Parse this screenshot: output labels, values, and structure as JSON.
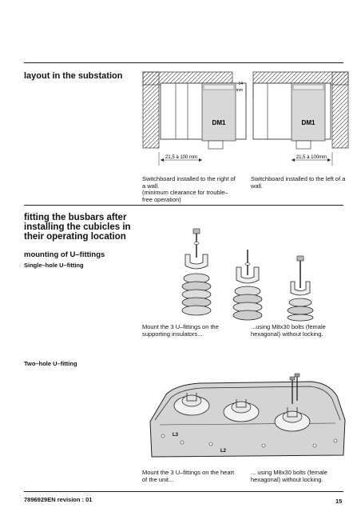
{
  "sections": {
    "layout": {
      "heading": "layout in the substation",
      "unit_label": "DM1",
      "dim_left": "21,5 à 100 mm",
      "dim_right": "21,5 à 100mm",
      "dim_gap": "14",
      "dim_gap_unit": "mm",
      "caption_left": "Switchboard installed to the right of a wall.\n(minimum clearance for trouble–free operation)",
      "caption_right": "Switchboard installed to the left of a wall."
    },
    "busbars": {
      "heading": "fitting the busbars after installing the cubicles in their operating location",
      "subheading": "mounting of U–fittings",
      "single_label": "Single–hole U–fitting",
      "caption_left": "Mount the 3 U–fittings on the supporting insulators...",
      "caption_right": "...using M8x30 bolts (female hexagonal) without locking.",
      "two_label": "Two–hole U–fitting",
      "caption2_left": "Mount the 3 U–fittings on the heart of the unit...",
      "caption2_right": "... using M8x30 bolts (female hexagonal) without locking.",
      "callouts": [
        "L3",
        "L2"
      ]
    }
  },
  "footer": {
    "doc_ref": "7896929EN revision : 01",
    "page_number": "15"
  }
}
